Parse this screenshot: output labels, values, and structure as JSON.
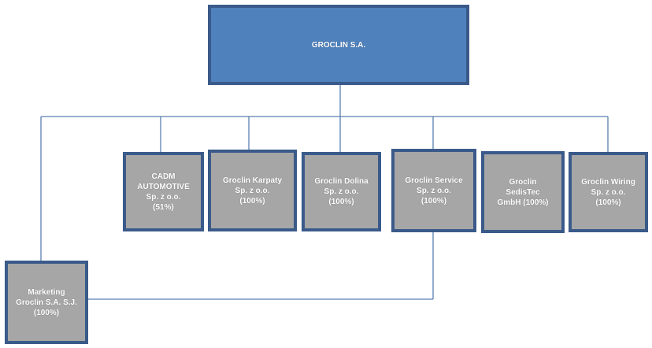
{
  "root": {
    "name": "GROCLIN S.A."
  },
  "subsidiaries": [
    {
      "lines": [
        "CADM",
        "AUTOMOTIVE",
        "Sp. z o.o.",
        "(51%)"
      ]
    },
    {
      "lines": [
        "Groclin Karpaty",
        "Sp. z o.o.",
        "(100%)"
      ]
    },
    {
      "lines": [
        "Groclin Dolina",
        "Sp. z o.o.",
        "(100%)"
      ]
    },
    {
      "lines": [
        "Groclin Service",
        "Sp. z o.o.",
        "(100%)"
      ]
    },
    {
      "lines": [
        "Groclin",
        "SedisTec",
        "GmbH (100%)"
      ]
    },
    {
      "lines": [
        "Groclin Wiring",
        "Sp. z o.o.",
        "(100%)"
      ]
    },
    {
      "lines": [
        "Marketing",
        "Groclin S.A. S.J.",
        "(100%)"
      ]
    }
  ],
  "colors": {
    "root_fill": "#4f81bd",
    "box_fill": "#a6a6a6",
    "border": "#3a5a8a",
    "connector": "#5b7fb0"
  }
}
